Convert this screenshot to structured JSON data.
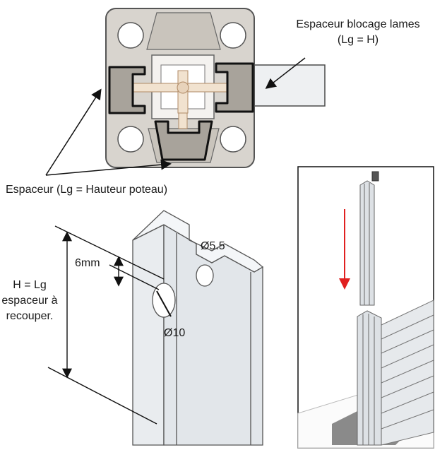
{
  "labels": {
    "spacer_blocking": "Espaceur blocage lames",
    "spacer_blocking_len": "(Lg = H)",
    "spacer_post": "Espaceur (Lg = Hauteur poteau)",
    "dim_6mm": "6mm",
    "dim_d55": "Ø5.5",
    "dim_d10": "Ø10",
    "h_line1": "H = Lg",
    "h_line2": "espaceur à",
    "h_line3": "recouper."
  },
  "colors": {
    "outline": "#3a3a3a",
    "profile_fill": "#cfcac3",
    "post_fill": "#e2e6ea",
    "arrow_red": "#e02020",
    "ground": "#8a8a8a"
  }
}
